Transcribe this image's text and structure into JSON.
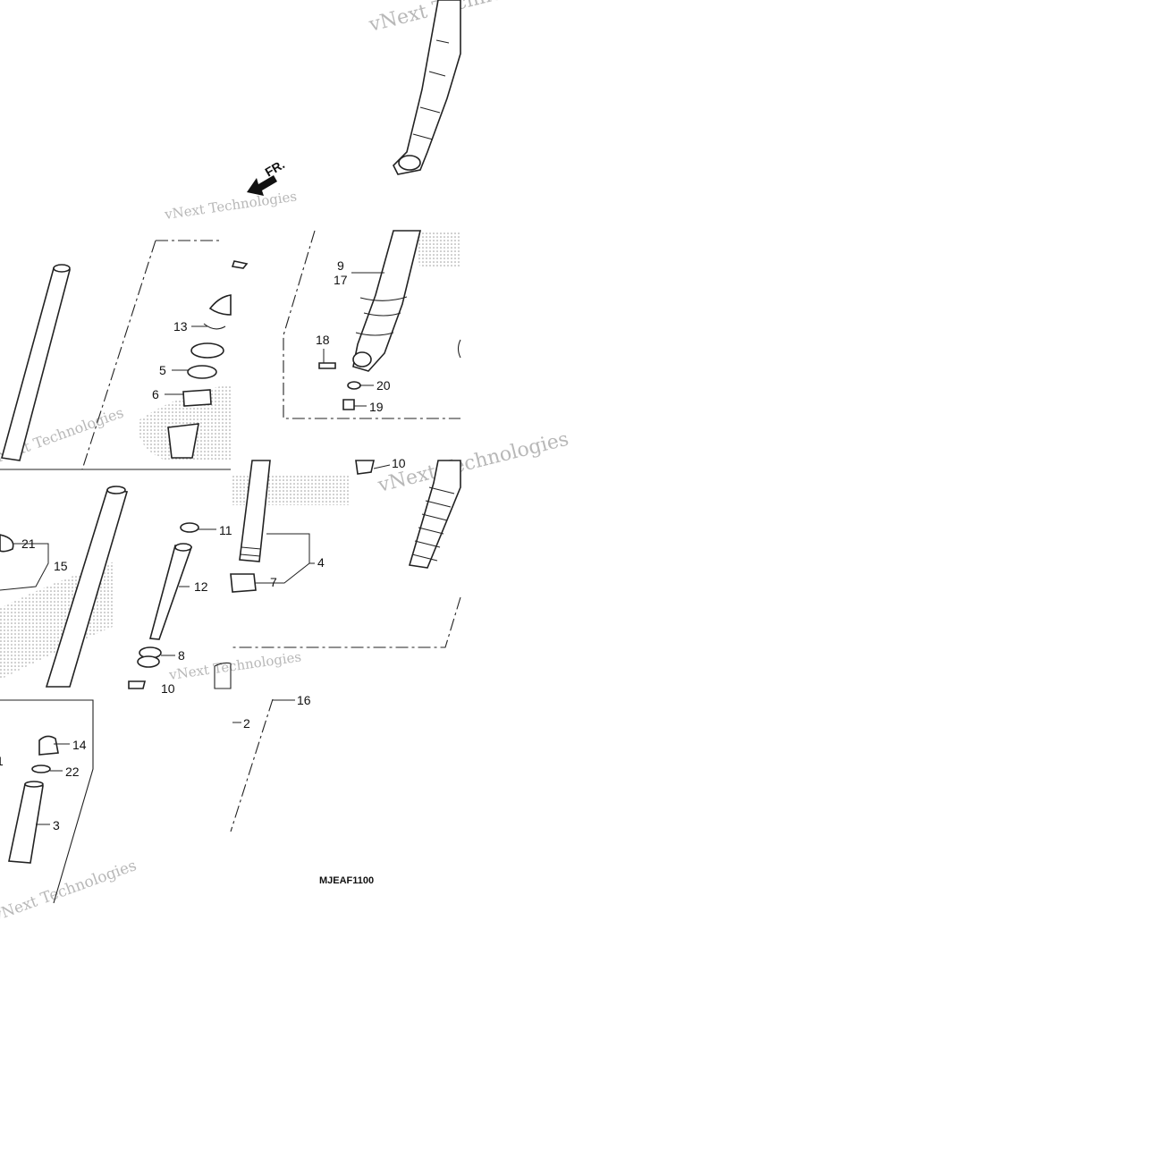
{
  "diagram": {
    "code": "MJEAF1100",
    "direction_label": "FR.",
    "watermark": "vNext Technologies",
    "callouts": {
      "c1": "1",
      "c2": "2",
      "c3": "3",
      "c4": "4",
      "c5": "5",
      "c6": "6",
      "c7": "7",
      "c8": "8",
      "c9": "9",
      "c10a": "10",
      "c10b": "10",
      "c11": "11",
      "c12": "12",
      "c13": "13",
      "c14": "14",
      "c15": "15",
      "c16": "16",
      "c17": "17",
      "c18": "18",
      "c19": "19",
      "c20": "20",
      "c21": "21",
      "c22": "22"
    }
  }
}
